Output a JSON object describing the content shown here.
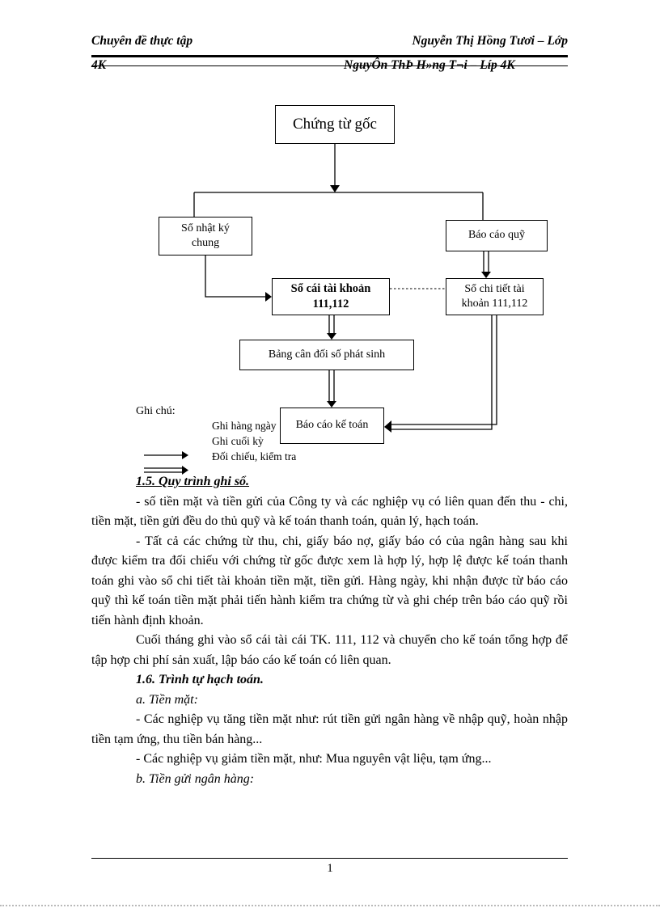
{
  "header": {
    "left_line1": "Chuyên đề thực tập",
    "right_line1": "Nguyễn Thị Hồng Tươi – Lớp",
    "left_line2": "4K",
    "center_line2": "NguyÔn ThÞ H»ng T¬i – Líp 4K"
  },
  "diagram": {
    "boxes": {
      "chung_tu_goc": "Chứng từ gốc",
      "so_nhat_ky_chung": "Sổ nhật ký chung",
      "bao_cao_quy": "Báo cáo quỹ",
      "so_cai": "Sổ cái tài khoản 111,112",
      "so_chi_tiet": "Sổ chi tiết tài khoản 111,112",
      "bang_can_doi": "Bảng cân đối số phát sinh",
      "bao_cao_ke_toan": "Báo cáo kế toán"
    },
    "legend": {
      "title": "Ghi chú:",
      "items": [
        "Ghi hàng ngày",
        "Ghi cuối kỳ",
        "Đối chiếu, kiểm tra"
      ]
    }
  },
  "content": {
    "heading_15": "1.5. Quy trình ghi sổ.",
    "p1": "- số tiền mặt và tiền gửi của Công ty và các nghiệp vụ có liên quan đến thu - chi, tiền mặt, tiền gửi đều do thủ quỹ và kế toán thanh toán, quản lý, hạch toán.",
    "p2": "- Tất cả các chứng từ thu, chi, giấy báo nợ, giấy báo có của ngân hàng sau khi được kiểm tra đối chiếu với chứng từ gốc được xem là hợp lý, hợp lệ được kế toán thanh toán ghi vào sổ chi tiết tài khoản tiền mặt, tiền gửi. Hàng ngày, khi nhận được từ báo cáo quỹ thì kế toán tiền mặt phải tiến hành kiểm tra chứng từ và ghi chép trên báo cáo quỹ rồi tiến hành định khoản.",
    "p3": "Cuối tháng ghi vào sổ cái tài cái TK. 111, 112 và chuyển cho kế toán tổng hợp để tập hợp chi phí sản xuất, lập báo cáo kế toán có liên quan.",
    "heading_16": "1.6. Trình tự hạch toán.",
    "item_a": "a. Tiền mặt:",
    "p4": "- Các nghiệp vụ tăng tiền mặt như: rút tiền gửi ngân hàng về nhập quỹ, hoàn nhập tiền tạm ứng, thu tiền bán hàng...",
    "p5": "- Các nghiệp vụ giảm tiền mặt, như: Mua nguyên vật liệu, tạm ứng...",
    "item_b": "b. Tiền gửi ngân hàng:"
  },
  "footer": {
    "page_number": "1"
  }
}
